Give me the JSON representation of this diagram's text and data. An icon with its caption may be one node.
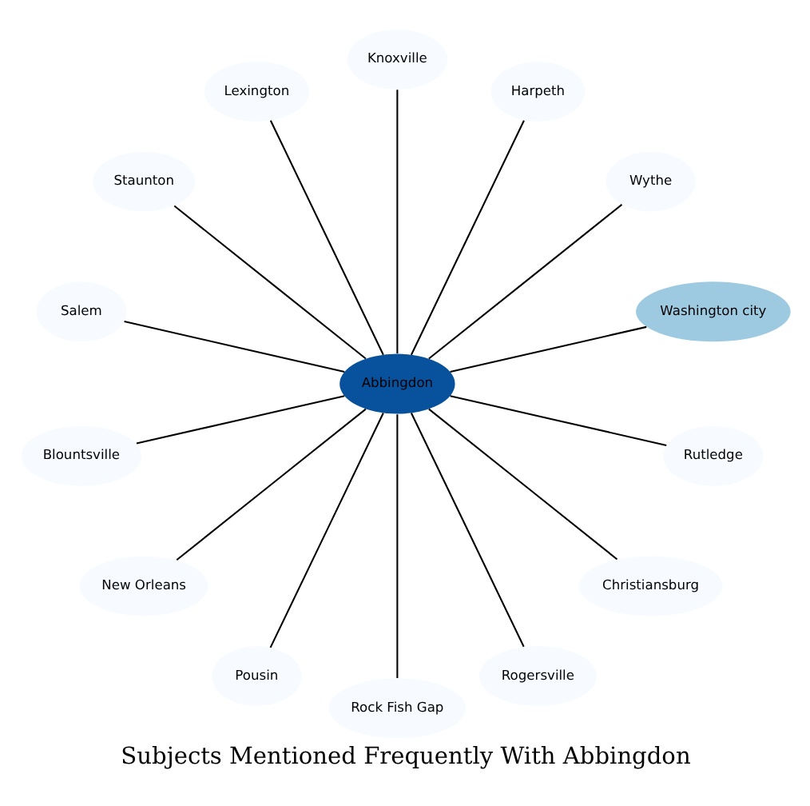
{
  "diagram": {
    "title": "Subjects Mentioned Frequently With Abbingdon",
    "nodes": [
      {
        "text": [
          "Abbingdon"
        ]
      },
      {
        "text": [
          "Washington city"
        ]
      },
      {
        "text": [
          "Wythe"
        ]
      },
      {
        "text": [
          "Harpeth"
        ]
      },
      {
        "text": [
          "Knoxville"
        ]
      },
      {
        "text": [
          "Lexington"
        ]
      },
      {
        "text": [
          "Staunton"
        ]
      },
      {
        "text": [
          "Salem"
        ]
      },
      {
        "text": [
          "Blountsville"
        ]
      },
      {
        "text": [
          "New Orleans"
        ]
      },
      {
        "text": [
          "Pousin"
        ]
      },
      {
        "text": [
          "Rock Fish Gap"
        ]
      },
      {
        "text": [
          "Rogersville"
        ]
      },
      {
        "text": [
          "Christiansburg"
        ]
      },
      {
        "text": [
          "Rutledge"
        ]
      }
    ],
    "edges": [
      {
        "from": 0,
        "to": 1,
        "arrow": "none"
      },
      {
        "from": 0,
        "to": 2,
        "arrow": "none"
      },
      {
        "from": 0,
        "to": 3,
        "arrow": "none"
      },
      {
        "from": 0,
        "to": 4,
        "arrow": "none"
      },
      {
        "from": 0,
        "to": 5,
        "arrow": "none"
      },
      {
        "from": 0,
        "to": 6,
        "arrow": "none"
      },
      {
        "from": 0,
        "to": 7,
        "arrow": "none"
      },
      {
        "from": 0,
        "to": 8,
        "arrow": "none"
      },
      {
        "from": 0,
        "to": 9,
        "arrow": "none"
      },
      {
        "from": 0,
        "to": 10,
        "arrow": "none"
      },
      {
        "from": 0,
        "to": 11,
        "arrow": "none"
      },
      {
        "from": 0,
        "to": 12,
        "arrow": "none"
      },
      {
        "from": 0,
        "to": 13,
        "arrow": "none"
      },
      {
        "from": 0,
        "to": 14,
        "arrow": "none"
      }
    ]
  }
}
